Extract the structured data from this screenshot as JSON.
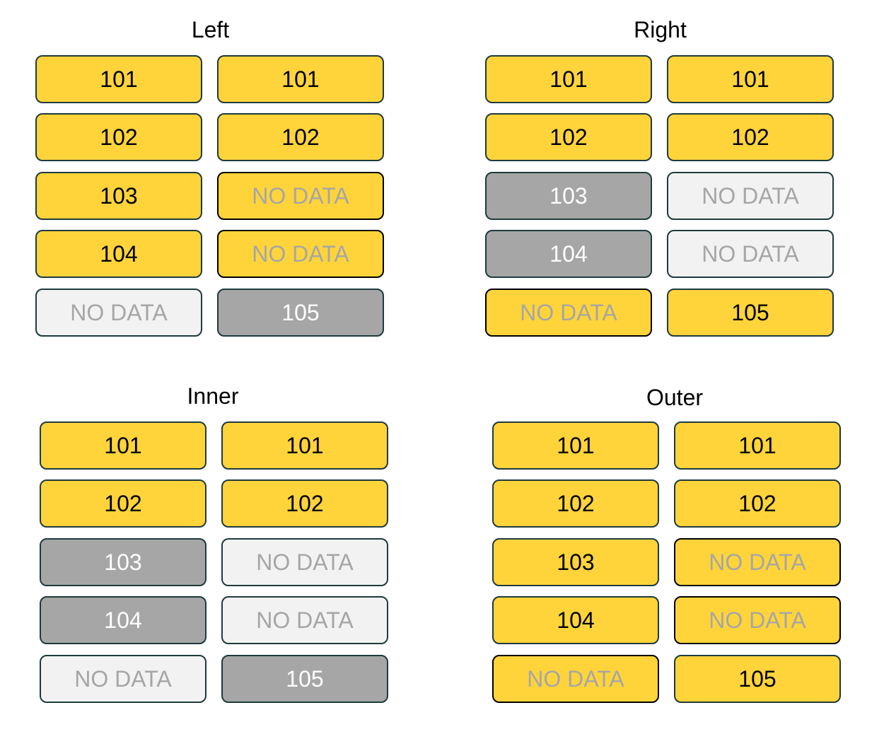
{
  "panels": [
    {
      "id": "left",
      "title": "Left",
      "left_column": [
        {
          "text": "101",
          "state": "match"
        },
        {
          "text": "102",
          "state": "match"
        },
        {
          "text": "103",
          "state": "match"
        },
        {
          "text": "104",
          "state": "match"
        },
        {
          "text": "NO DATA",
          "state": "blank"
        }
      ],
      "right_column": [
        {
          "text": "101",
          "state": "match"
        },
        {
          "text": "102",
          "state": "match"
        },
        {
          "text": "NO DATA",
          "state": "filled"
        },
        {
          "text": "NO DATA",
          "state": "filled"
        },
        {
          "text": "105",
          "state": "dropped"
        }
      ]
    },
    {
      "id": "right",
      "title": "Right",
      "left_column": [
        {
          "text": "101",
          "state": "match"
        },
        {
          "text": "102",
          "state": "match"
        },
        {
          "text": "103",
          "state": "dropped"
        },
        {
          "text": "104",
          "state": "dropped"
        },
        {
          "text": "NO DATA",
          "state": "filled"
        }
      ],
      "right_column": [
        {
          "text": "101",
          "state": "match"
        },
        {
          "text": "102",
          "state": "match"
        },
        {
          "text": "NO DATA",
          "state": "blank"
        },
        {
          "text": "NO DATA",
          "state": "blank"
        },
        {
          "text": "105",
          "state": "match"
        }
      ]
    },
    {
      "id": "inner",
      "title": "Inner",
      "left_column": [
        {
          "text": "101",
          "state": "match"
        },
        {
          "text": "102",
          "state": "match"
        },
        {
          "text": "103",
          "state": "dropped"
        },
        {
          "text": "104",
          "state": "dropped"
        },
        {
          "text": "NO DATA",
          "state": "blank"
        }
      ],
      "right_column": [
        {
          "text": "101",
          "state": "match"
        },
        {
          "text": "102",
          "state": "match"
        },
        {
          "text": "NO DATA",
          "state": "blank"
        },
        {
          "text": "NO DATA",
          "state": "blank"
        },
        {
          "text": "105",
          "state": "dropped"
        }
      ]
    },
    {
      "id": "outer",
      "title": "Outer",
      "left_column": [
        {
          "text": "101",
          "state": "match"
        },
        {
          "text": "102",
          "state": "match"
        },
        {
          "text": "103",
          "state": "match"
        },
        {
          "text": "104",
          "state": "match"
        },
        {
          "text": "NO DATA",
          "state": "filled"
        }
      ],
      "right_column": [
        {
          "text": "101",
          "state": "match"
        },
        {
          "text": "102",
          "state": "match"
        },
        {
          "text": "NO DATA",
          "state": "filled"
        },
        {
          "text": "NO DATA",
          "state": "filled"
        },
        {
          "text": "105",
          "state": "match"
        }
      ]
    }
  ],
  "colors": {
    "match_fill": "#ffd43b",
    "dropped_fill": "#a6a6a6",
    "blank_fill": "#f2f2f2",
    "border": "#1f3a3d"
  }
}
